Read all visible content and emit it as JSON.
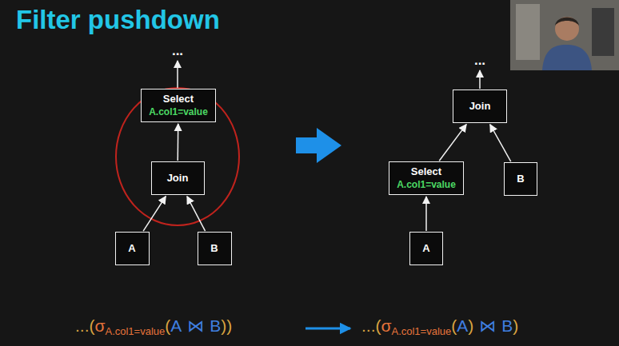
{
  "diagram": {
    "title": "Filter pushdown",
    "nodes": [
      {
        "text": [
          "Select",
          "A.col1=value"
        ]
      },
      {
        "text": [
          "Join"
        ]
      },
      {
        "text": [
          "A"
        ]
      },
      {
        "text": [
          "B"
        ]
      },
      {
        "text": [
          "Join"
        ]
      },
      {
        "text": [
          "Select",
          "A.col1=value"
        ]
      },
      {
        "text": [
          "B"
        ]
      },
      {
        "text": [
          "A"
        ]
      }
    ],
    "edges": [
      {
        "from": 2,
        "to": 1,
        "arrow": "to"
      },
      {
        "from": 3,
        "to": 1,
        "arrow": "to"
      },
      {
        "from": 1,
        "to": 0,
        "arrow": "to"
      },
      {
        "from": 7,
        "to": 5,
        "arrow": "to"
      },
      {
        "from": 5,
        "to": 4,
        "arrow": "to"
      },
      {
        "from": 6,
        "to": 4,
        "arrow": "to"
      }
    ],
    "labels": [
      "...",
      "...",
      "...(",
      "σ",
      "A.col1=value",
      "(",
      "A",
      "⋈",
      "B",
      "))",
      "...(",
      "σ",
      "A.col1=value",
      "(",
      "A",
      ")",
      "⋈",
      "B",
      ")"
    ]
  }
}
